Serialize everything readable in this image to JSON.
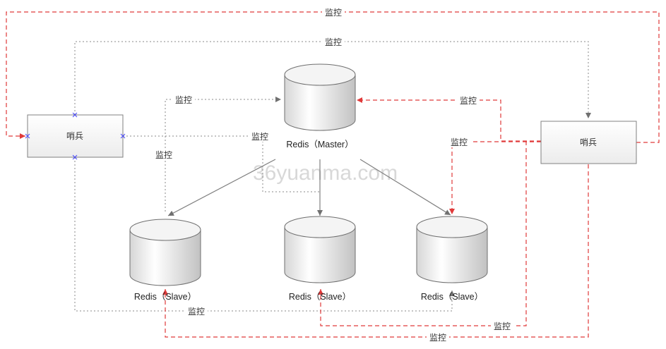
{
  "nodes": {
    "sentinel_left": "哨兵",
    "sentinel_right": "哨兵",
    "master": "Redis（Master）",
    "slave_1": "Redis（Slave）",
    "slave_2": "Redis（Slave）",
    "slave_3": "Redis（Slave）"
  },
  "watermark": "36yuanma.com",
  "edge_labels": {
    "top_red": "监控",
    "top_gray": "监控",
    "left_to_master": "监控",
    "left_to_slave1": "监控",
    "left_to_slave2": "监控",
    "right_to_master": "监控",
    "right_to_slave3": "监控",
    "left_bottom_gray": "监控",
    "right_to_slave2": "监控",
    "right_to_slave1": "监控"
  },
  "colors": {
    "red_dashed": "#e03a3a",
    "gray_dotted": "#8a8a8a",
    "replication": "#808080"
  }
}
